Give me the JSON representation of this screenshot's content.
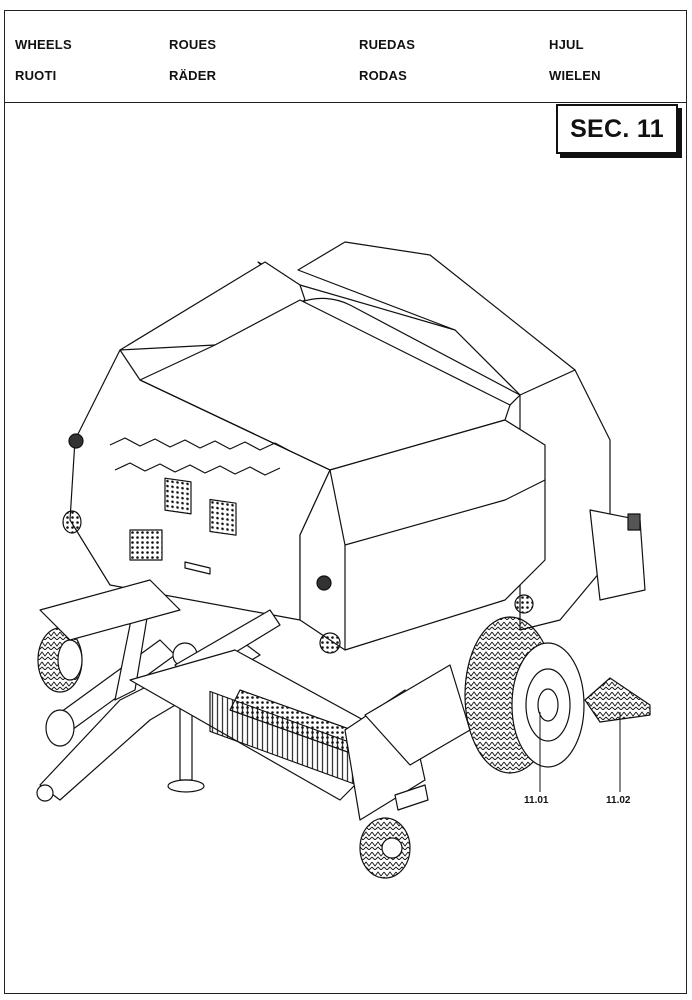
{
  "header": {
    "row1": [
      "WHEELS",
      "ROUES",
      "RUEDAS",
      "HJUL"
    ],
    "row2": [
      "RUOTI",
      "RÄDER",
      "RODAS",
      "WIELEN"
    ]
  },
  "section": {
    "label": "SEC. 11"
  },
  "callouts": [
    {
      "id": "wheel",
      "label": "11.01"
    },
    {
      "id": "chock",
      "label": "11.02"
    }
  ]
}
